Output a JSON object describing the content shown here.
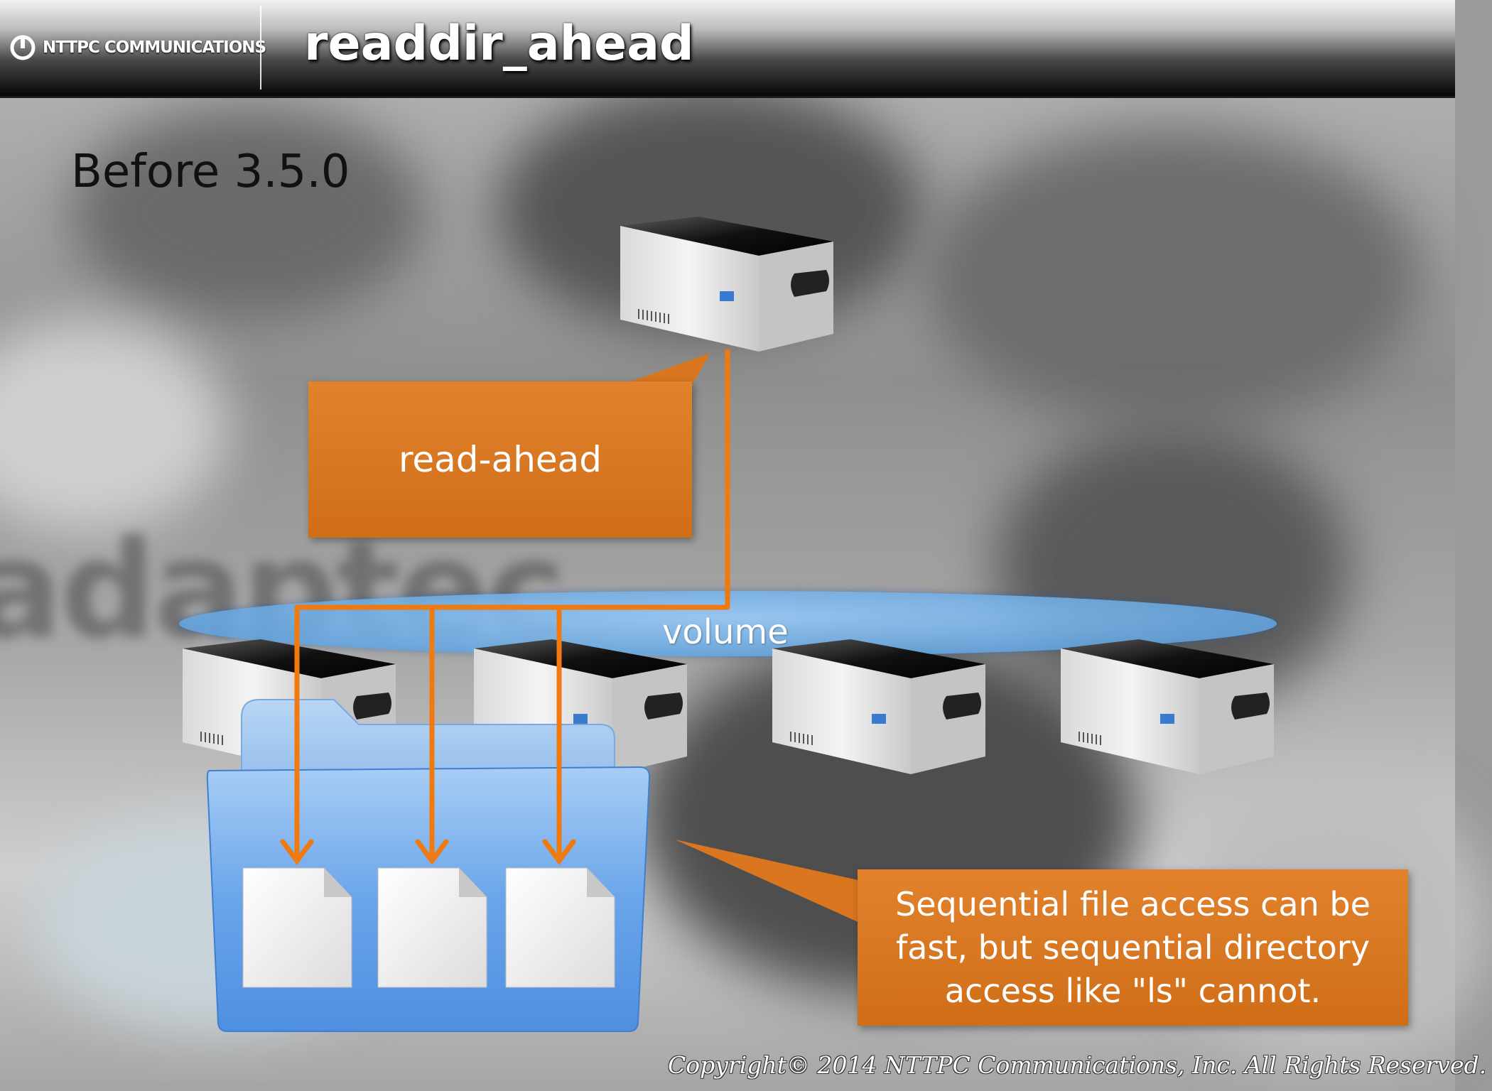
{
  "header": {
    "logo_text": "NTTPC COMMUNICATIONS",
    "logo_icon": "power-icon",
    "title": "readdir_ahead"
  },
  "subtitle": "Before 3.5.0",
  "diagram": {
    "callout_readahead": "read-ahead",
    "volume_label": "volume",
    "note": "Sequential file access can be fast, but sequential directory access like \"ls\" cannot.",
    "servers": [
      "top-server",
      "brick-server-1",
      "brick-server-2",
      "brick-server-3",
      "brick-server-4"
    ],
    "files": [
      "file-1",
      "file-2",
      "file-3"
    ]
  },
  "footer": {
    "copyright": "Copyright© 2014 NTTPC Communications, Inc. All Rights Reserved."
  },
  "colors": {
    "callout_orange": "#d9761f",
    "arrow_orange": "#f07a10",
    "volume_blue": "#7fb8ea",
    "folder_blue": "#5f9fe8"
  }
}
